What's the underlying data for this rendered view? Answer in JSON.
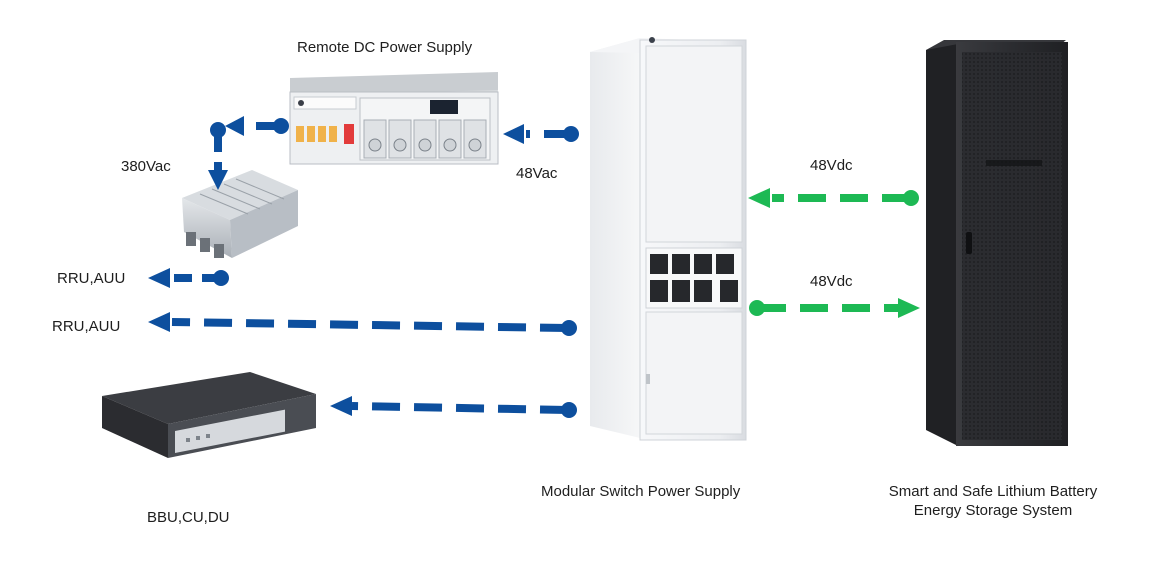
{
  "labels": {
    "remote_dc": "Remote DC Power Supply",
    "v380": "380Vac",
    "v48ac": "48Vac",
    "v48dc_top": "48Vdc",
    "v48dc_bottom": "48Vdc",
    "rru1": "RRU,AUU",
    "rru2": "RRU,AUU",
    "bbu": "BBU,CU,DU",
    "modular": "Modular Switch Power Supply",
    "battery_line1": "Smart and Safe Lithium Battery",
    "battery_line2": "Energy Storage System"
  },
  "colors": {
    "blue_arrow": "#0d4f9e",
    "green_arrow": "#1db954",
    "cabinet_light": "#eef0f3",
    "cabinet_dark": "#2a2b2e",
    "text": "#1e1e1e"
  }
}
